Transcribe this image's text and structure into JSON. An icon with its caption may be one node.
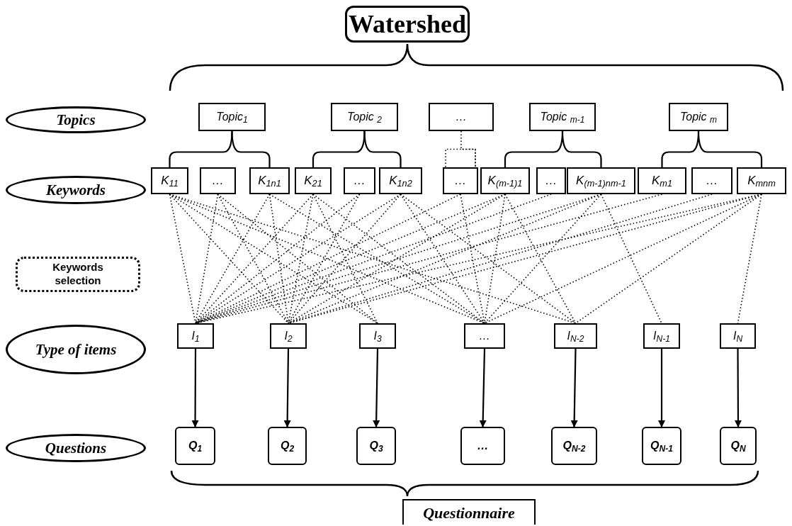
{
  "diagram": {
    "nodes": [
      {
        "text": [
          "Watershed"
        ]
      },
      {
        "text": [
          "Topics"
        ]
      },
      {
        "text": [
          "Keywords"
        ]
      },
      {
        "text": [
          "Keywords selection"
        ]
      },
      {
        "text": [
          "Type of items"
        ]
      },
      {
        "text": [
          "Questions"
        ]
      },
      {
        "text": [
          "Topic$_{1}$"
        ]
      },
      {
        "text": [
          "Topic $_{2}$"
        ]
      },
      {
        "text": [
          "…"
        ]
      },
      {
        "text": [
          "Topic $_{m-1}$"
        ]
      },
      {
        "text": [
          "Topic $_{m}$"
        ]
      },
      {
        "text": [
          "K$_{11}$"
        ]
      },
      {
        "text": [
          "…"
        ]
      },
      {
        "text": [
          "K$_{1n1}$"
        ]
      },
      {
        "text": [
          "K$_{21}$"
        ]
      },
      {
        "text": [
          "…"
        ]
      },
      {
        "text": [
          "K$_{1n2}$"
        ]
      },
      {
        "text": [
          "…"
        ]
      },
      {
        "text": [
          "K$_{(m-1)1}$"
        ]
      },
      {
        "text": [
          "…"
        ]
      },
      {
        "text": [
          "K$_{(m-1)n}$$_{m-1}$"
        ]
      },
      {
        "text": [
          "K$_{m1}$"
        ]
      },
      {
        "text": [
          "…"
        ]
      },
      {
        "text": [
          "K$_{mn}$$_{m}$"
        ]
      },
      {
        "text": [
          "I$_{1}$"
        ]
      },
      {
        "text": [
          "I$_{2}$"
        ]
      },
      {
        "text": [
          "I$_{3}$"
        ]
      },
      {
        "text": [
          "…"
        ]
      },
      {
        "text": [
          "I$_{N-2}$"
        ]
      },
      {
        "text": [
          "I$_{N-1}$"
        ]
      },
      {
        "text": [
          "I$_{N}$"
        ]
      },
      {
        "text": [
          "Q$_{1}$"
        ]
      },
      {
        "text": [
          "Q$_{2}$"
        ]
      },
      {
        "text": [
          "Q$_{3}$"
        ]
      },
      {
        "text": [
          "…"
        ]
      },
      {
        "text": [
          "Q$_{N-2}$"
        ]
      },
      {
        "text": [
          "Q$_{N-1}$"
        ]
      },
      {
        "text": [
          "Q$_{N}$"
        ]
      },
      {
        "text": [
          "Questionnaire"
        ]
      }
    ],
    "edges": [
      {
        "from": 6,
        "to": 11,
        "arrow": "none"
      },
      {
        "from": 6,
        "to": 13,
        "arrow": "none"
      },
      {
        "from": 7,
        "to": 14,
        "arrow": "none"
      },
      {
        "from": 7,
        "to": 16,
        "arrow": "none"
      },
      {
        "from": 8,
        "to": 17,
        "arrow": "none",
        "style": "dashed"
      },
      {
        "from": 9,
        "to": 18,
        "arrow": "none"
      },
      {
        "from": 9,
        "to": 20,
        "arrow": "none"
      },
      {
        "from": 10,
        "to": 21,
        "arrow": "none"
      },
      {
        "from": 10,
        "to": 23,
        "arrow": "none"
      },
      {
        "from": 11,
        "to": 24,
        "arrow": "none",
        "style": "dashed"
      },
      {
        "from": 11,
        "to": 25,
        "arrow": "none",
        "style": "dashed"
      },
      {
        "from": 11,
        "to": 26,
        "arrow": "none",
        "style": "dashed"
      },
      {
        "from": 11,
        "to": 27,
        "arrow": "none",
        "style": "dashed"
      },
      {
        "from": 11,
        "to": 28,
        "arrow": "none",
        "style": "dashed"
      },
      {
        "from": 12,
        "to": 24,
        "arrow": "none",
        "style": "dashed"
      },
      {
        "from": 12,
        "to": 25,
        "arrow": "none",
        "style": "dashed"
      },
      {
        "from": 12,
        "to": 26,
        "arrow": "none",
        "style": "dashed"
      },
      {
        "from": 13,
        "to": 24,
        "arrow": "none",
        "style": "dashed"
      },
      {
        "from": 13,
        "to": 25,
        "arrow": "none",
        "style": "dashed"
      },
      {
        "from": 13,
        "to": 27,
        "arrow": "none",
        "style": "dashed"
      },
      {
        "from": 14,
        "to": 24,
        "arrow": "none",
        "style": "dashed"
      },
      {
        "from": 14,
        "to": 25,
        "arrow": "none",
        "style": "dashed"
      },
      {
        "from": 14,
        "to": 26,
        "arrow": "none",
        "style": "dashed"
      },
      {
        "from": 14,
        "to": 27,
        "arrow": "none",
        "style": "dashed"
      },
      {
        "from": 15,
        "to": 24,
        "arrow": "none",
        "style": "dashed"
      },
      {
        "from": 15,
        "to": 25,
        "arrow": "none",
        "style": "dashed"
      },
      {
        "from": 16,
        "to": 24,
        "arrow": "none",
        "style": "dashed"
      },
      {
        "from": 16,
        "to": 25,
        "arrow": "none",
        "style": "dashed"
      },
      {
        "from": 16,
        "to": 27,
        "arrow": "none",
        "style": "dashed"
      },
      {
        "from": 16,
        "to": 28,
        "arrow": "none",
        "style": "dashed"
      },
      {
        "from": 17,
        "to": 24,
        "arrow": "none",
        "style": "dashed"
      },
      {
        "from": 17,
        "to": 27,
        "arrow": "none",
        "style": "dashed"
      },
      {
        "from": 18,
        "to": 24,
        "arrow": "none",
        "style": "dashed"
      },
      {
        "from": 18,
        "to": 25,
        "arrow": "none",
        "style": "dashed"
      },
      {
        "from": 18,
        "to": 27,
        "arrow": "none",
        "style": "dashed"
      },
      {
        "from": 18,
        "to": 28,
        "arrow": "none",
        "style": "dashed"
      },
      {
        "from": 19,
        "to": 24,
        "arrow": "none",
        "style": "dashed"
      },
      {
        "from": 20,
        "to": 24,
        "arrow": "none",
        "style": "dashed"
      },
      {
        "from": 20,
        "to": 25,
        "arrow": "none",
        "style": "dashed"
      },
      {
        "from": 20,
        "to": 27,
        "arrow": "none",
        "style": "dashed"
      },
      {
        "from": 20,
        "to": 29,
        "arrow": "none",
        "style": "dashed"
      },
      {
        "from": 21,
        "to": 24,
        "arrow": "none",
        "style": "dashed"
      },
      {
        "from": 22,
        "to": 25,
        "arrow": "none",
        "style": "dashed"
      },
      {
        "from": 23,
        "to": 24,
        "arrow": "none",
        "style": "dashed"
      },
      {
        "from": 23,
        "to": 25,
        "arrow": "none",
        "style": "dashed"
      },
      {
        "from": 23,
        "to": 27,
        "arrow": "none",
        "style": "dashed"
      },
      {
        "from": 23,
        "to": 28,
        "arrow": "none",
        "style": "dashed"
      },
      {
        "from": 23,
        "to": 30,
        "arrow": "none",
        "style": "dashed"
      },
      {
        "from": 24,
        "to": 31,
        "arrow": "to"
      },
      {
        "from": 25,
        "to": 32,
        "arrow": "to"
      },
      {
        "from": 26,
        "to": 33,
        "arrow": "to"
      },
      {
        "from": 27,
        "to": 34,
        "arrow": "to"
      },
      {
        "from": 28,
        "to": 35,
        "arrow": "to"
      },
      {
        "from": 29,
        "to": 36,
        "arrow": "to"
      },
      {
        "from": 30,
        "to": 37,
        "arrow": "to"
      }
    ]
  }
}
